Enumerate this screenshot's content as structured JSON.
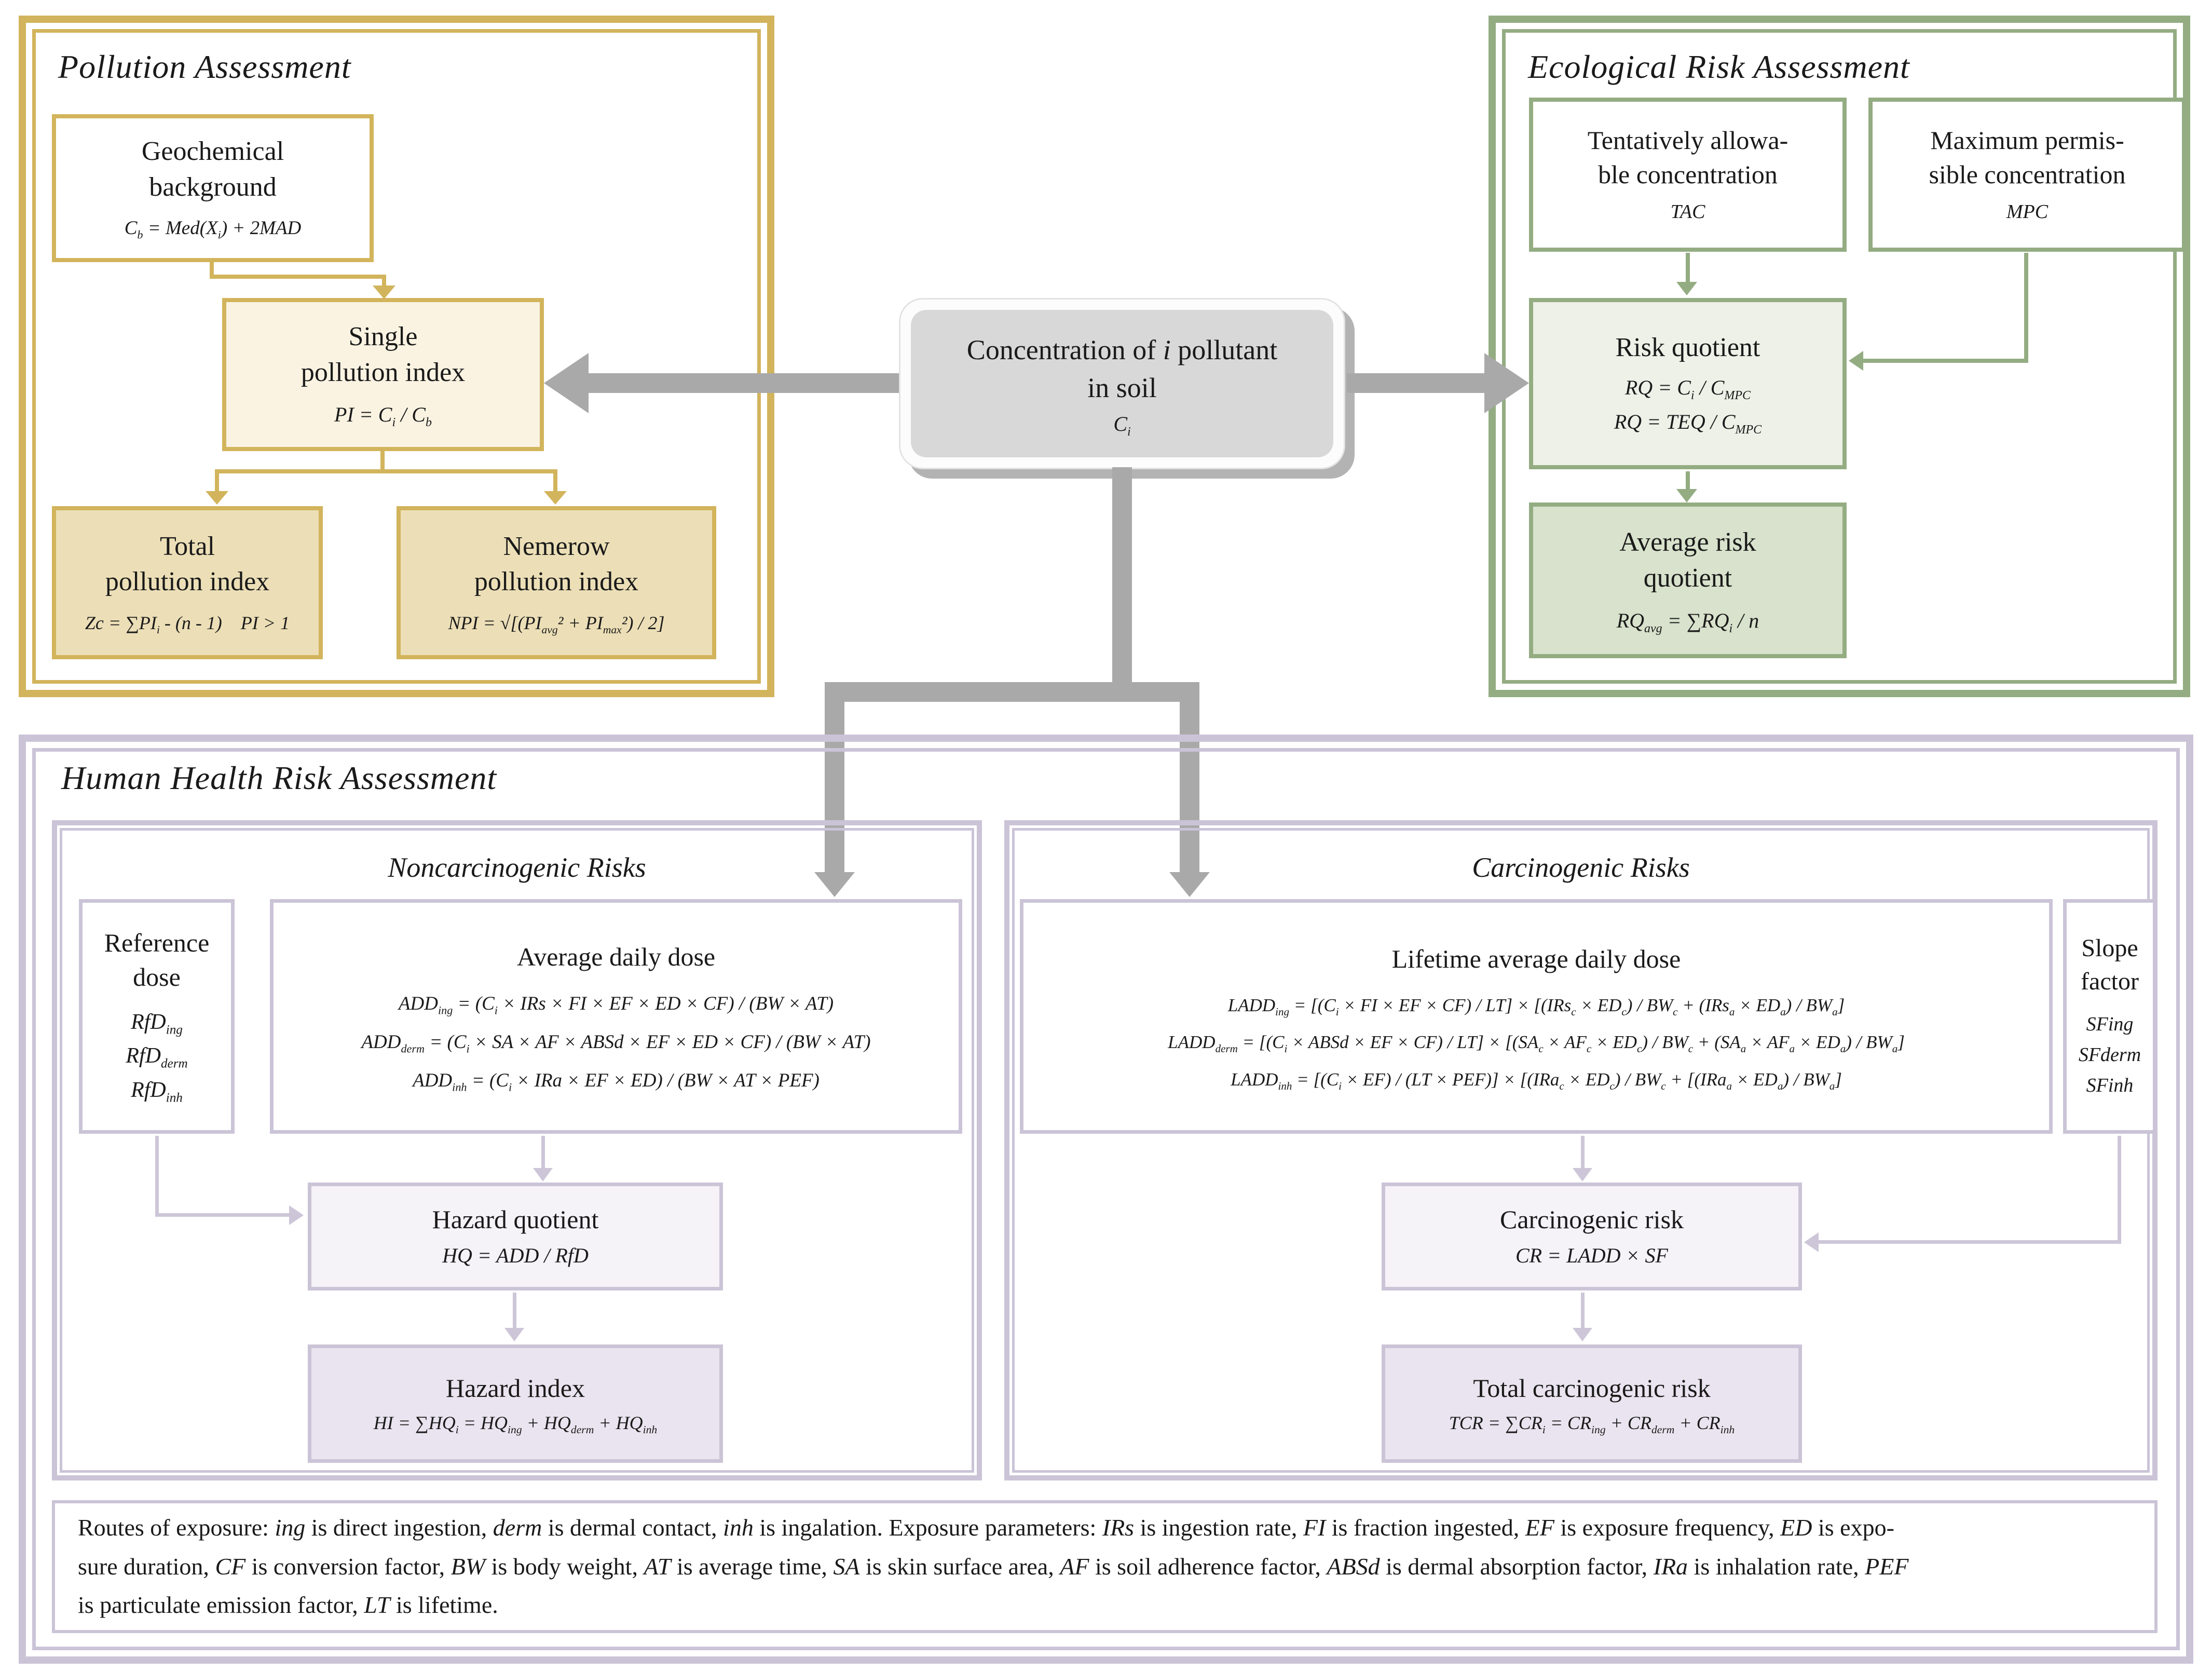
{
  "colors": {
    "gold": "#d2b45c",
    "goldFillLight": "#faf3e2",
    "goldFillMed": "#ecdfb7",
    "green": "#94ac82",
    "greenFillLight": "#edf1e8",
    "greenFillMed": "#d8e2cc",
    "lav": "#cbc4d7",
    "lavFillLight": "#f5f2f8",
    "lavFillMed": "#e9e4ef",
    "gray": "#a9a9a9",
    "centerFill": "#d8d8d8",
    "centerShadow": "#b3b3b3"
  },
  "pollution": {
    "title": "Pollution Assessment",
    "geochem": {
      "title": "Geochemical<br>background",
      "formula": "C<sub>b</sub> = Med(X<sub>i</sub>) + 2MAD"
    },
    "single": {
      "title": "Single<br>pollution index",
      "formula": "PI = C<sub>i</sub> / C<sub>b</sub>"
    },
    "total": {
      "title": "Total<br>pollution index",
      "formula": "Zc = &#8721;PI<sub>i</sub> - (n - 1)&nbsp;&nbsp;&nbsp;&nbsp;PI &gt; 1"
    },
    "nemerow": {
      "title": "Nemerow<br>pollution index",
      "formula": "NPI = &#8730;[(PI<sub>avg</sub>&#178; + PI<sub>max</sub>&#178;) / 2]"
    }
  },
  "center": {
    "title": "Concentration of <i>i</i> pollutant<br>in soil",
    "symbol": "C<sub>i</sub>"
  },
  "eco": {
    "title": "Ecological Risk Assessment",
    "tac": {
      "title": "Tentatively allowa-<br>ble concentration",
      "abbr": "TAC"
    },
    "mpc": {
      "title": "Maximum permis-<br>sible concentration",
      "abbr": "MPC"
    },
    "rq": {
      "title": "Risk quotient",
      "formula1": "RQ = C<sub>i</sub> / C<sub>MPC</sub>",
      "formula2": "RQ = TEQ / C<sub>MPC</sub>"
    },
    "arq": {
      "title": "Average risk<br>quotient",
      "formula": "RQ<sub>avg</sub> = &#8721;RQ<sub>i</sub> / n"
    }
  },
  "health": {
    "title": "Human Health Risk Assessment",
    "noncarc_title": "Noncarcinogenic Risks",
    "carc_title": "Carcinogenic Risks",
    "refdose": {
      "title": "Reference<br>dose",
      "items": [
        "RfD<sub>ing</sub>",
        "RfD<sub>derm</sub>",
        "RfD<sub>inh</sub>"
      ]
    },
    "add": {
      "title": "Average daily dose",
      "formulas": [
        "ADD<sub>ing</sub> = (C<sub>i</sub> &#215; IRs &#215; FI &#215; EF &#215; ED &#215; CF) / (BW &#215; AT)",
        "ADD<sub>derm</sub> = (C<sub>i</sub> &#215; SA &#215; AF &#215; ABSd &#215; EF &#215; ED &#215; CF) / (BW &#215; AT)",
        "ADD<sub>inh</sub> = (C<sub>i</sub> &#215; IRa &#215; EF &#215; ED) / (BW &#215; AT &#215; PEF)"
      ]
    },
    "hq": {
      "title": "Hazard quotient",
      "formula": "HQ = ADD / RfD"
    },
    "hi": {
      "title": "Hazard index",
      "formula": "HI = &#8721;HQ<sub>i</sub> = HQ<sub>ing</sub> + HQ<sub>derm</sub> + HQ<sub>inh</sub>"
    },
    "ladd": {
      "title": "Lifetime average daily dose",
      "formulas": [
        "LADD<sub>ing</sub> = [(C<sub>i</sub> &#215; FI &#215; EF &#215; CF) / LT] &#215; [(IRs<sub>c</sub> &#215; ED<sub>c</sub>) / BW<sub>c</sub> + (IRs<sub>a</sub> &#215; ED<sub>a</sub>) / BW<sub>a</sub>]",
        "LADD<sub>derm</sub> = [(C<sub>i</sub> &#215; ABSd &#215; EF &#215; CF) / LT] &#215; [(SA<sub>c</sub> &#215; AF<sub>c</sub> &#215; ED<sub>c</sub>) / BW<sub>c</sub> + (SA<sub>a</sub> &#215; AF<sub>a</sub> &#215; ED<sub>a</sub>) / BW<sub>a</sub>]",
        "LADD<sub>inh</sub> = [(C<sub>i</sub> &#215; EF) / (LT &#215; PEF)] &#215; [(IRa<sub>c</sub> &#215; ED<sub>c</sub>) / BW<sub>c</sub> + [(IRa<sub>a</sub> &#215; ED<sub>a</sub>) / BW<sub>a</sub>]"
      ]
    },
    "sf": {
      "title": "Slope<br>factor",
      "items": [
        "SFing",
        "SFderm",
        "SFinh"
      ]
    },
    "cr": {
      "title": "Carcinogenic risk",
      "formula": "CR = LADD &#215; SF"
    },
    "tcr": {
      "title": "Total carcinogenic risk",
      "formula": "TCR = &#8721;CR<sub>i</sub> = CR<sub>ing</sub> + CR<sub>derm</sub> + CR<sub>inh</sub>"
    }
  },
  "note": {
    "lines": [
      "Routes of exposure: <i>ing</i> is direct ingestion, <i>derm</i> is dermal contact, <i>inh</i> is ingalation. Exposure parameters: <i>IRs</i> is ingestion rate, <i>FI</i> is fraction ingested, <i>EF</i> is exposure frequency, <i>ED</i> is expo-",
      "sure duration, <i>CF</i> is conversion factor, <i>BW</i> is body weight, <i>AT</i> is average time, <i>SA</i> is skin surface area, <i>AF</i> is soil adherence factor, <i>ABSd</i> is dermal absorption factor, <i>IRa</i> is inhalation rate, <i>PEF</i>",
      "is particulate emission factor, <i>LT</i> is lifetime."
    ]
  }
}
